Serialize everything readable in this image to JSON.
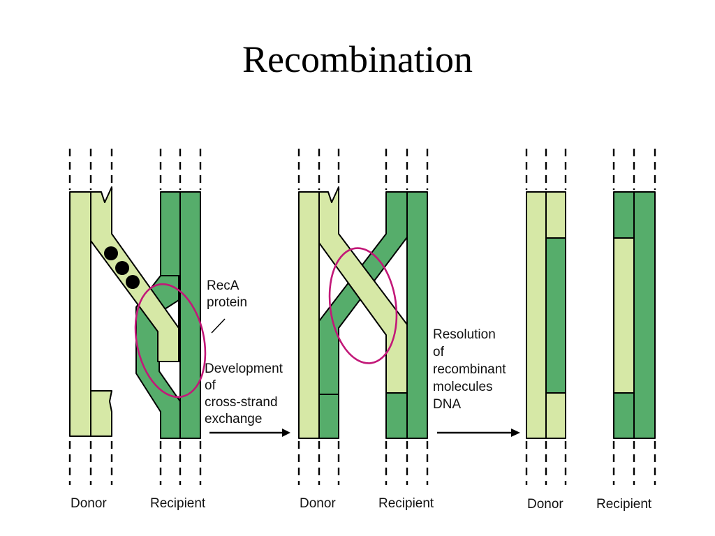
{
  "title": "Recombination",
  "colors": {
    "light_strand": "#d6e8a6",
    "dark_strand": "#56ad6b",
    "highlight_ring": "#c21878",
    "protein": "#000000"
  },
  "labels": {
    "donor": "Donor",
    "recipient": "Recipient",
    "reca_line1": "RecA",
    "reca_line2": "protein",
    "step1": [
      "Development",
      "of",
      "cross-strand",
      "exchange"
    ],
    "step2": [
      "Resolution",
      "of",
      "recombinant",
      "molecules",
      "DNA"
    ]
  }
}
